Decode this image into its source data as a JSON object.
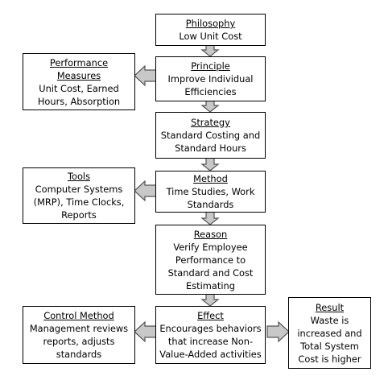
{
  "boxes": {
    "philosophy": {
      "heading": "Philosophy",
      "lines": [
        "Low Unit Cost"
      ]
    },
    "principle": {
      "heading": "Principle",
      "lines": [
        "Improve Individual",
        "Efficiencies"
      ]
    },
    "performance_measures": {
      "heading_lines": [
        "Performance",
        "Measures"
      ],
      "lines": [
        "Unit Cost, Earned",
        "Hours, Absorption"
      ]
    },
    "strategy": {
      "heading": "Strategy",
      "lines": [
        "Standard Costing and",
        "Standard Hours"
      ]
    },
    "method": {
      "heading": "Method",
      "lines": [
        "Time Studies, Work",
        "Standards"
      ]
    },
    "tools": {
      "heading": "Tools",
      "lines": [
        "Computer Systems",
        "(MRP), Time Clocks,",
        "Reports"
      ]
    },
    "reason": {
      "heading": "Reason",
      "lines": [
        "Verify Employee",
        "Performance to",
        "Standard and Cost",
        "Estimating"
      ]
    },
    "effect": {
      "heading": "Effect",
      "lines": [
        "Encourages behaviors",
        "that increase Non-",
        "Value-Added activities"
      ]
    },
    "control_method": {
      "heading": "Control Method",
      "lines": [
        "Management reviews",
        "reports, adjusts",
        "standards"
      ]
    },
    "result": {
      "heading": "Result",
      "lines": [
        "Waste is",
        "increased and",
        "Total System",
        "Cost is higher"
      ]
    }
  },
  "colors": {
    "border": "#000000",
    "arrow_fill": "#c8c8c8",
    "arrow_stroke": "#555555"
  }
}
